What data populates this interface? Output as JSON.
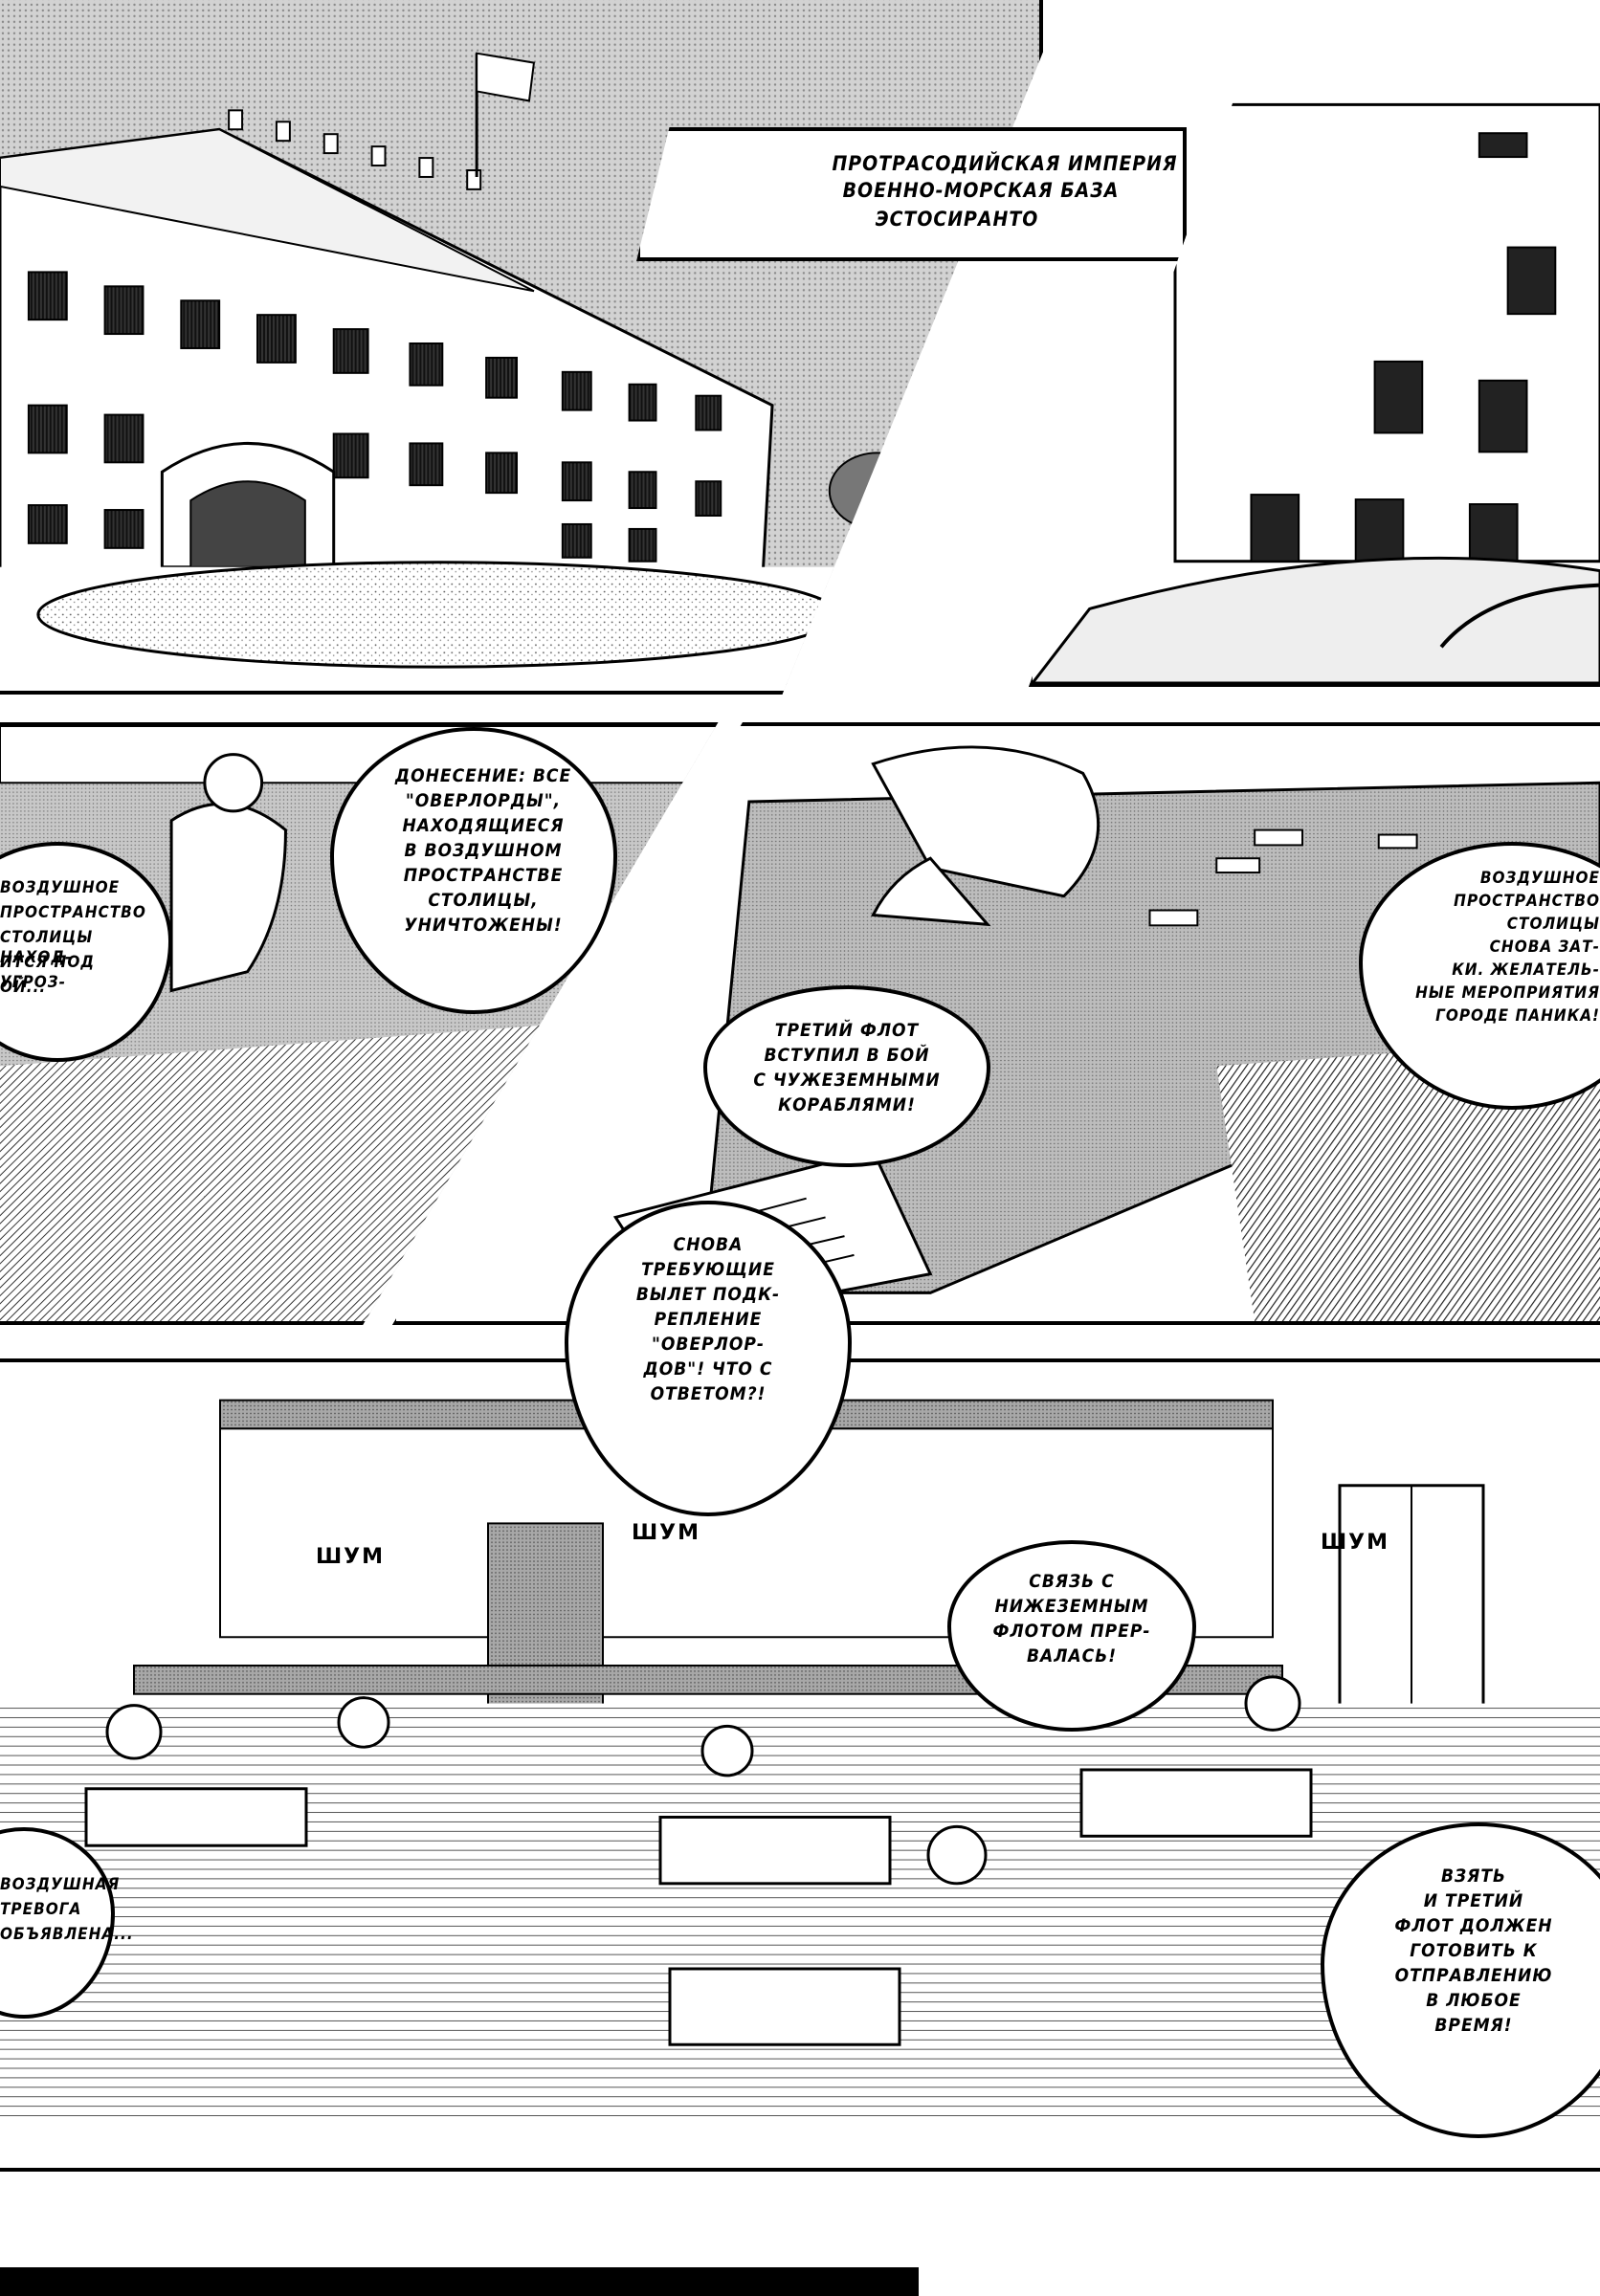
{
  "panels": {
    "p1": {
      "caption": {
        "lines": [
          "ПРОТРАСОДИЙСКАЯ ИМПЕРИЯ",
          "ВОЕННО-МОРСКАЯ БАЗА",
          "ЭСТОСИРАНТО"
        ]
      }
    },
    "p3": {
      "speech_main": [
        "ДОНЕСЕНИЕ: ВСЕ",
        "\"ОВЕРЛОРДЫ\",",
        "НАХОДЯЩИЕСЯ",
        "В ВОЗДУШНОМ",
        "ПРОСТРАНСТВЕ",
        "СТОЛИЦЫ,",
        "УНИЧТОЖЕНЫ!"
      ],
      "speech_left_partial": [
        "ВОЗДУШНОЕ",
        "ПРОСТРАНСТВО",
        "СТОЛИЦЫ НАХОД-",
        "ИТСЯ ПОД УГРОЗ-",
        "ОЙ..."
      ]
    },
    "p4": {
      "speech_fleet": [
        "ТРЕТИЙ ФЛОТ",
        "ВСТУПИЛ В БОЙ",
        "С ЧУЖЕЗЕМНЫМИ",
        "КОРАБЛЯМИ!"
      ],
      "speech_right_partial": [
        "ВОЗДУШНОЕ",
        "ПРОСТРАНСТВО",
        "СТОЛИЦЫ",
        "СНОВА ЗАТ-",
        "КИ. ЖЕЛАТЕЛЬ-",
        "НЫЕ МЕРОПРИЯТИЯ",
        "ГОРОДЕ ПАНИКА!"
      ]
    },
    "p5": {
      "speech_reinforce": [
        "СНОВА",
        "ТРЕБУЮЩИЕ",
        "ВЫЛЕТ ПОДК-",
        "РЕПЛЕНИЕ",
        "\"ОВЕРЛОР-",
        "ДОВ\"! ЧТО С",
        "ОТВЕТОМ?!"
      ],
      "speech_connection": [
        "СВЯЗЬ С",
        "НИЖЕЗЕМНЫМ",
        "ФЛОТОМ ПРЕР-",
        "ВАЛАСЬ!"
      ],
      "speech_ready": [
        "ВЗЯТЬ",
        "И ТРЕТИЙ",
        "ФЛОТ ДОЛЖЕН",
        "ГОТОВИТЬ К",
        "ОТПРАВЛЕНИЮ",
        "В ЛЮБОЕ",
        "ВРЕМЯ!"
      ],
      "speech_left_partial": [
        "ВОЗДУШНАЯ",
        "ТРЕВОГА",
        "ОБЪЯВЛЕНА..."
      ],
      "sfx": [
        "ШУМ",
        "ШУМ",
        "ШУМ"
      ]
    }
  },
  "colors": {
    "ink": "#000000",
    "paper": "#ffffff",
    "tone_light": "#bdbdbd",
    "tone_mid": "#8c8c8c",
    "tone_dark": "#2b2b2b"
  }
}
